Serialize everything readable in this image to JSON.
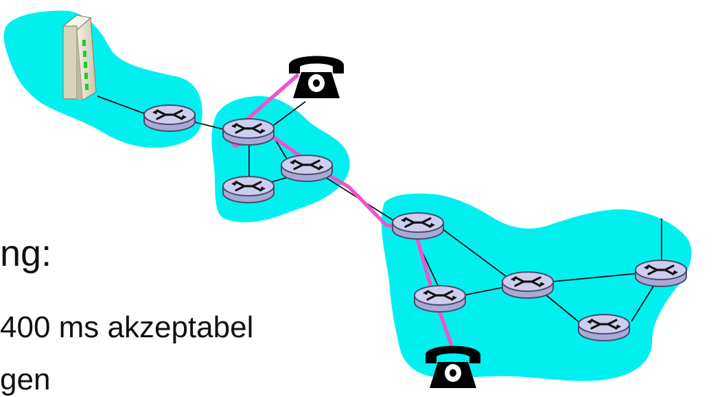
{
  "text": {
    "line1": "ng:",
    "line2": "400 ms akzeptabel",
    "line3": "gen"
  },
  "colors": {
    "cloud": "#00f0f0",
    "router_fill": "#cdcdf0",
    "router_stroke": "#4a4a6a",
    "link": "#111111",
    "path": "#ee55cc",
    "phone": "#000000",
    "modem_body": "#e8e6d6",
    "modem_led": "#22cc22"
  },
  "icons": {
    "router": "router-icon",
    "phone": "telephone-icon",
    "modem": "modem-icon"
  }
}
